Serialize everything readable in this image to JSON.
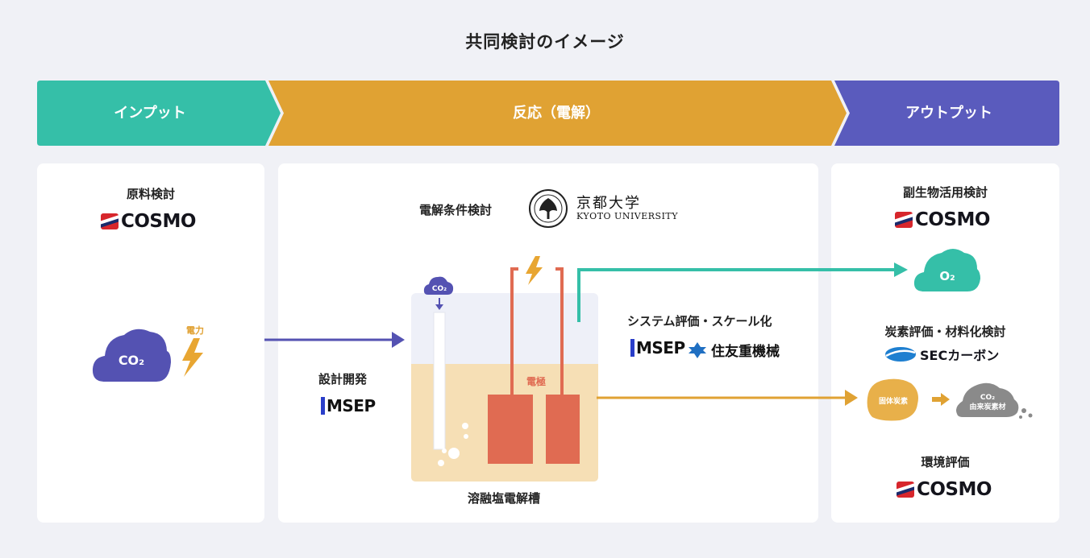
{
  "title": "共同検討のイメージ",
  "stages": {
    "input": "インプット",
    "reaction": "反応（電解）",
    "output": "アウトプット"
  },
  "colors": {
    "input": "#35bfa8",
    "reaction": "#e0a233",
    "output": "#5a5bbd",
    "cloud": "#5452b2",
    "electrode": "#e06b52",
    "bath_liquid": "#f6dfb5",
    "arrow_blue": "#5452b2",
    "arrow_teal": "#35bfa8",
    "arrow_orange": "#e0a233",
    "carbon": "#e8b04a",
    "co2_carbon": "#8a8a8a"
  },
  "input_panel": {
    "heading": "原料検討",
    "logo": "COSMO",
    "cloud_label": "CO₂",
    "power_label": "電力",
    "power_icon": "lightning-icon"
  },
  "reaction_panel": {
    "heading": "電解条件検討",
    "univ_name_jp": "京都大学",
    "univ_name_en": "KYOTO UNIVERSITY",
    "design_heading": "設計開発",
    "design_logo": "MSEP",
    "system_heading": "システム評価・スケール化",
    "system_logo_1": "MSEP",
    "system_logo_2": "住友重機械",
    "small_cloud_label": "CO₂",
    "electrode_label": "電極",
    "bath_label": "溶融塩電解槽"
  },
  "output_panel": {
    "byproduct_heading": "副生物活用検討",
    "byproduct_logo": "COSMO",
    "o2_label": "O₂",
    "carbon_heading": "炭素評価・材料化検討",
    "carbon_logo": "SECカーボン",
    "solid_carbon_label": "固体炭素",
    "co2_label": "CO₂",
    "co2_material_label": "由来炭素材",
    "env_heading": "環境評価",
    "env_logo": "COSMO"
  }
}
